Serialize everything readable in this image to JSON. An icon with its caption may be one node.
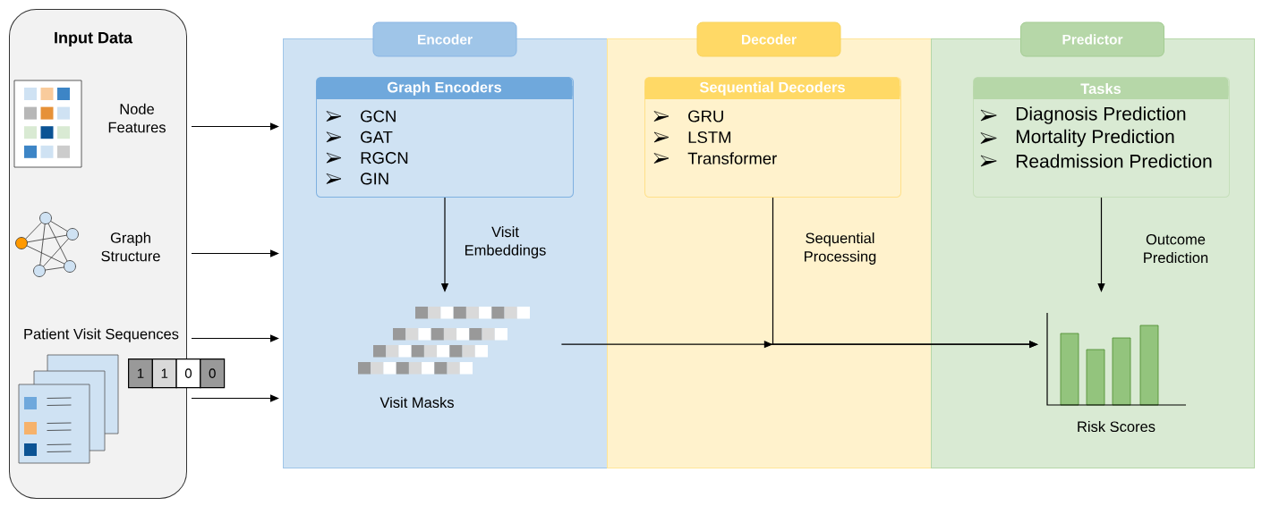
{
  "diagram": {
    "nodes": [
      {
        "text": [
          "Input Data",
          "Node Features",
          "Graph Structure",
          "Patient Visit Sequences"
        ]
      },
      {
        "text": [
          "Encoder"
        ]
      },
      {
        "text": [
          "Graph Encoders",
          "GCN",
          "GAT",
          "RGCN",
          "GIN"
        ],
        "in": 1
      },
      {
        "text": [],
        "shape": "picture",
        "beside": [
          "Visit Masks"
        ],
        "in": 1
      },
      {
        "text": [
          "Decoder"
        ]
      },
      {
        "text": [
          "Sequential Decoders",
          "GRU",
          "LSTM",
          "Transformer"
        ],
        "in": 4
      },
      {
        "text": [
          "Predictor"
        ]
      },
      {
        "text": [
          "Tasks",
          "Diagnosis Prediction",
          "Mortality Prediction",
          "Readmission Prediction"
        ],
        "in": 6
      },
      {
        "text": [],
        "shape": "picture",
        "beside": [
          "Risk Scores"
        ],
        "in": 6
      }
    ],
    "edges": [
      {
        "from": 0,
        "to": 1,
        "arrow": "to"
      },
      {
        "from": 0,
        "to": 1,
        "arrow": "to"
      },
      {
        "from": 0,
        "to": 1,
        "arrow": "to"
      },
      {
        "from": 0,
        "to": 1,
        "arrow": "to"
      },
      {
        "from": 2,
        "to": 3,
        "arrow": "to",
        "label": "Visit Embeddings"
      },
      {
        "from": 3,
        "to": 8,
        "arrow": "to"
      },
      {
        "from": 5,
        "to": 8,
        "arrow": "to",
        "label": "Sequential Processing"
      },
      {
        "from": 7,
        "to": 8,
        "arrow": "to",
        "label": "Outcome Prediction"
      }
    ],
    "labels": [
      "1",
      "1",
      "0",
      "0"
    ]
  }
}
